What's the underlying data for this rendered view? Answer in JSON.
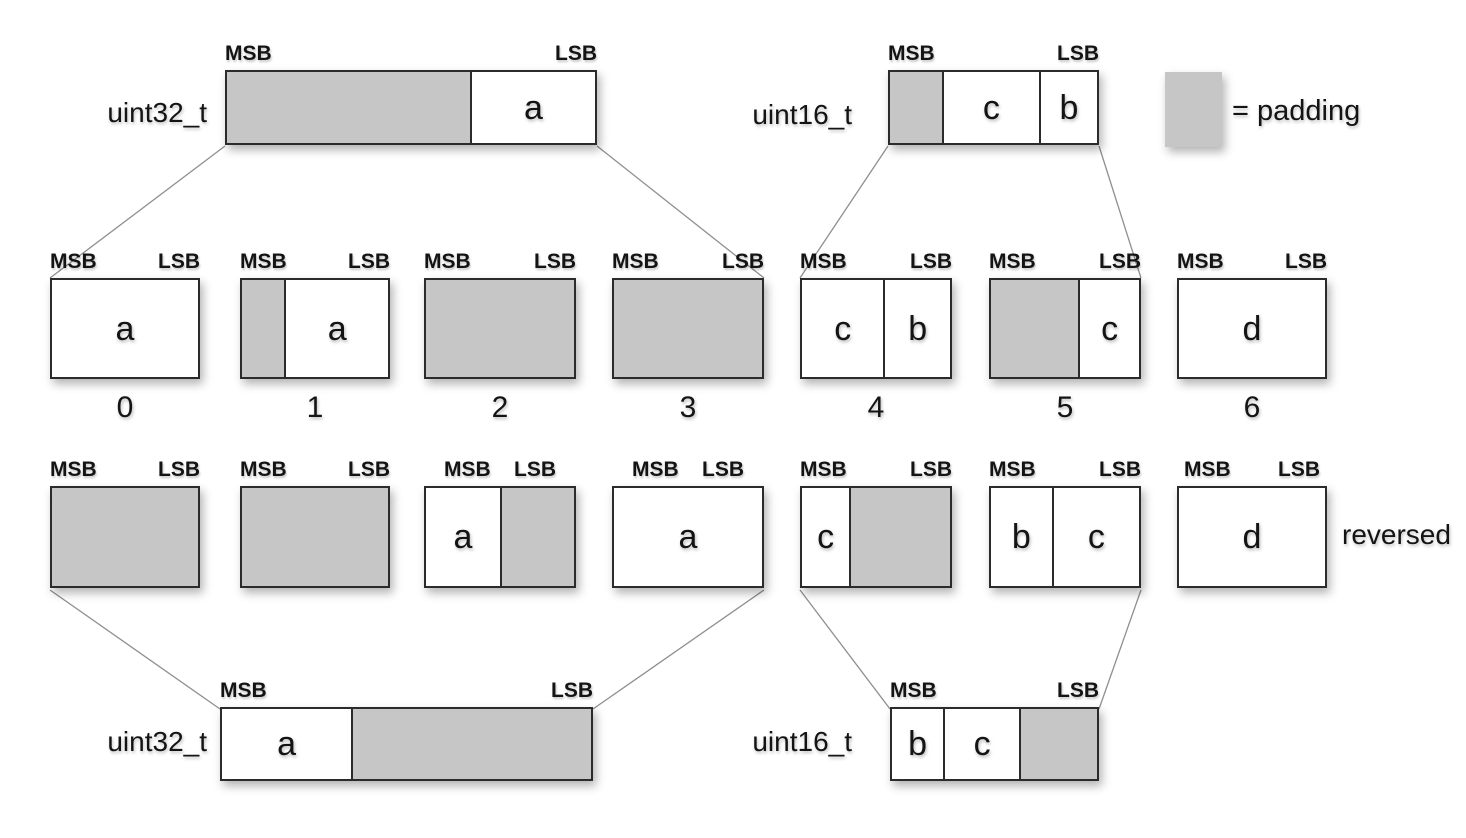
{
  "labels": {
    "msb": "MSB",
    "lsb": "LSB"
  },
  "legend": {
    "label": "= padding"
  },
  "colors": {
    "padding_fill": "#c6c6c6",
    "box_border": "#2b2b2b",
    "connector_line": "#8f8f8f",
    "background": "#ffffff",
    "text": "#141414"
  },
  "top": {
    "uint32": {
      "type_label": "uint32_t",
      "segments": [
        {
          "fill": "padding",
          "label": ""
        },
        {
          "fill": "value",
          "label": "a"
        }
      ]
    },
    "uint16": {
      "type_label": "uint16_t",
      "segments": [
        {
          "fill": "padding",
          "label": ""
        },
        {
          "fill": "value",
          "label": "c"
        },
        {
          "fill": "value",
          "label": "b"
        }
      ]
    }
  },
  "byte_row": {
    "boxes": [
      {
        "number": "0",
        "segments": [
          {
            "fill": "value",
            "label": "a"
          }
        ]
      },
      {
        "number": "1",
        "segments": [
          {
            "fill": "padding",
            "label": ""
          },
          {
            "fill": "value",
            "label": "a"
          }
        ]
      },
      {
        "number": "2",
        "segments": [
          {
            "fill": "padding",
            "label": ""
          }
        ]
      },
      {
        "number": "3",
        "segments": [
          {
            "fill": "padding",
            "label": ""
          }
        ]
      },
      {
        "number": "4",
        "segments": [
          {
            "fill": "value",
            "label": "c"
          },
          {
            "fill": "value",
            "label": "b"
          }
        ]
      },
      {
        "number": "5",
        "segments": [
          {
            "fill": "padding",
            "label": ""
          },
          {
            "fill": "value",
            "label": "c"
          }
        ]
      },
      {
        "number": "6",
        "segments": [
          {
            "fill": "value",
            "label": "d"
          }
        ]
      }
    ]
  },
  "reversed_row": {
    "row_label": "reversed",
    "boxes": [
      {
        "segments": [
          {
            "fill": "padding",
            "label": ""
          }
        ]
      },
      {
        "segments": [
          {
            "fill": "padding",
            "label": ""
          }
        ]
      },
      {
        "segments": [
          {
            "fill": "value",
            "label": "a"
          },
          {
            "fill": "padding",
            "label": ""
          }
        ]
      },
      {
        "segments": [
          {
            "fill": "value",
            "label": "a"
          }
        ]
      },
      {
        "segments": [
          {
            "fill": "value",
            "label": "c"
          },
          {
            "fill": "padding",
            "label": ""
          }
        ]
      },
      {
        "segments": [
          {
            "fill": "value",
            "label": "b"
          },
          {
            "fill": "value",
            "label": "c"
          }
        ]
      },
      {
        "segments": [
          {
            "fill": "value",
            "label": "d"
          }
        ]
      }
    ]
  },
  "bottom": {
    "uint32": {
      "type_label": "uint32_t",
      "segments": [
        {
          "fill": "value",
          "label": "a"
        },
        {
          "fill": "padding",
          "label": ""
        }
      ]
    },
    "uint16": {
      "type_label": "uint16_t",
      "segments": [
        {
          "fill": "value",
          "label": "b"
        },
        {
          "fill": "value",
          "label": "c"
        },
        {
          "fill": "padding",
          "label": ""
        }
      ]
    }
  }
}
